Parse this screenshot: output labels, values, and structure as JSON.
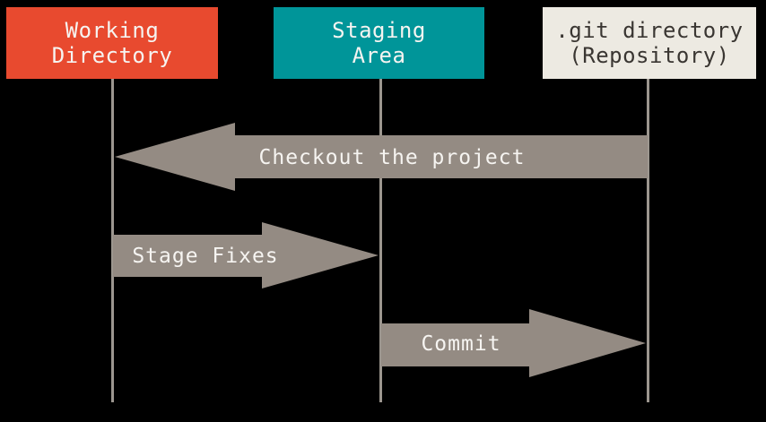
{
  "boxes": [
    {
      "id": "working-directory",
      "label": "Working\nDirectory",
      "bg": "#e84a2f",
      "fg": "#f6f4f1"
    },
    {
      "id": "staging-area",
      "label": "Staging\nArea",
      "bg": "#009599",
      "fg": "#f6f4f1"
    },
    {
      "id": "git-directory",
      "label": ".git directory\n(Repository)",
      "bg": "#edeae2",
      "fg": "#3a3632"
    }
  ],
  "arrows": [
    {
      "id": "checkout",
      "label": "Checkout the project",
      "direction": "left",
      "from": "git-directory",
      "to": "working-directory"
    },
    {
      "id": "stage-fixes",
      "label": "Stage Fixes",
      "direction": "right",
      "from": "working-directory",
      "to": "staging-area"
    },
    {
      "id": "commit",
      "label": "Commit",
      "direction": "right",
      "from": "staging-area",
      "to": "git-directory"
    }
  ],
  "colors": {
    "background": "#000000",
    "arrow": "#948b83",
    "lifeline": "#9c968f",
    "arrow_text": "#f6f4f1"
  }
}
